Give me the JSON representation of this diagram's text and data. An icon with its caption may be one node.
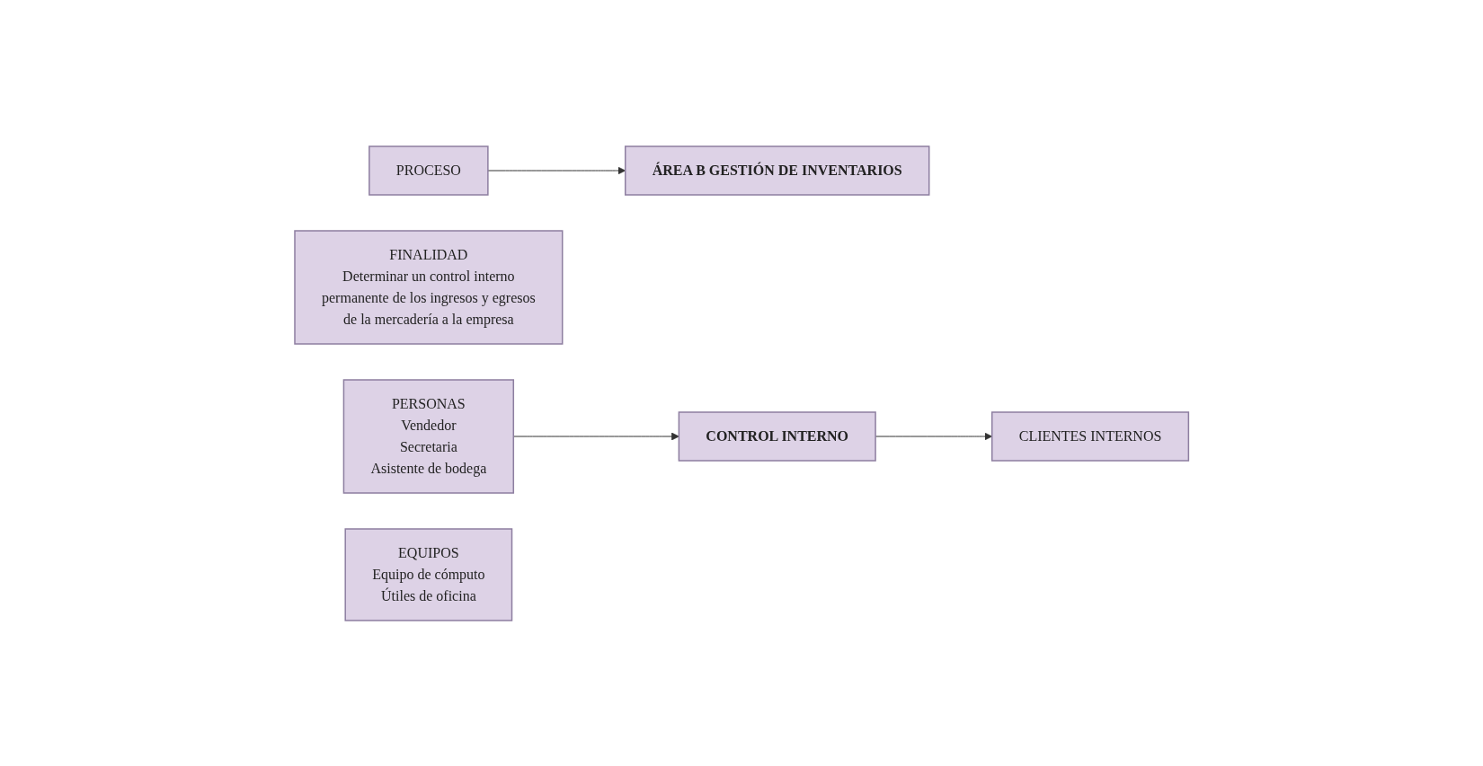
{
  "diagram": {
    "nodes": [
      {
        "text": [
          "ÁREA B GESTIÓN DE INVENTARIOS"
        ]
      },
      {
        "text": [
          "PROCESO"
        ]
      },
      {
        "text": [
          "FINALIDAD",
          "Determinar un control interno permanente de los ingresos y egresos de la mercadería a la empresa"
        ]
      },
      {
        "text": [
          "PERSONAS",
          "Vendedor",
          "Secretaria",
          "Asistente de bodega"
        ]
      },
      {
        "text": [
          "EQUIPOS",
          "Equipo de cómputo",
          "Útiles de oficina"
        ]
      },
      {
        "text": [
          "CONTROL INTERNO"
        ]
      },
      {
        "text": [
          "CLIENTES INTERNOS"
        ]
      }
    ],
    "edges": [
      {
        "from": 1,
        "to": 0,
        "arrow": "to"
      },
      {
        "from": 3,
        "to": 5,
        "arrow": "to"
      },
      {
        "from": 5,
        "to": 6,
        "arrow": "to"
      }
    ]
  }
}
